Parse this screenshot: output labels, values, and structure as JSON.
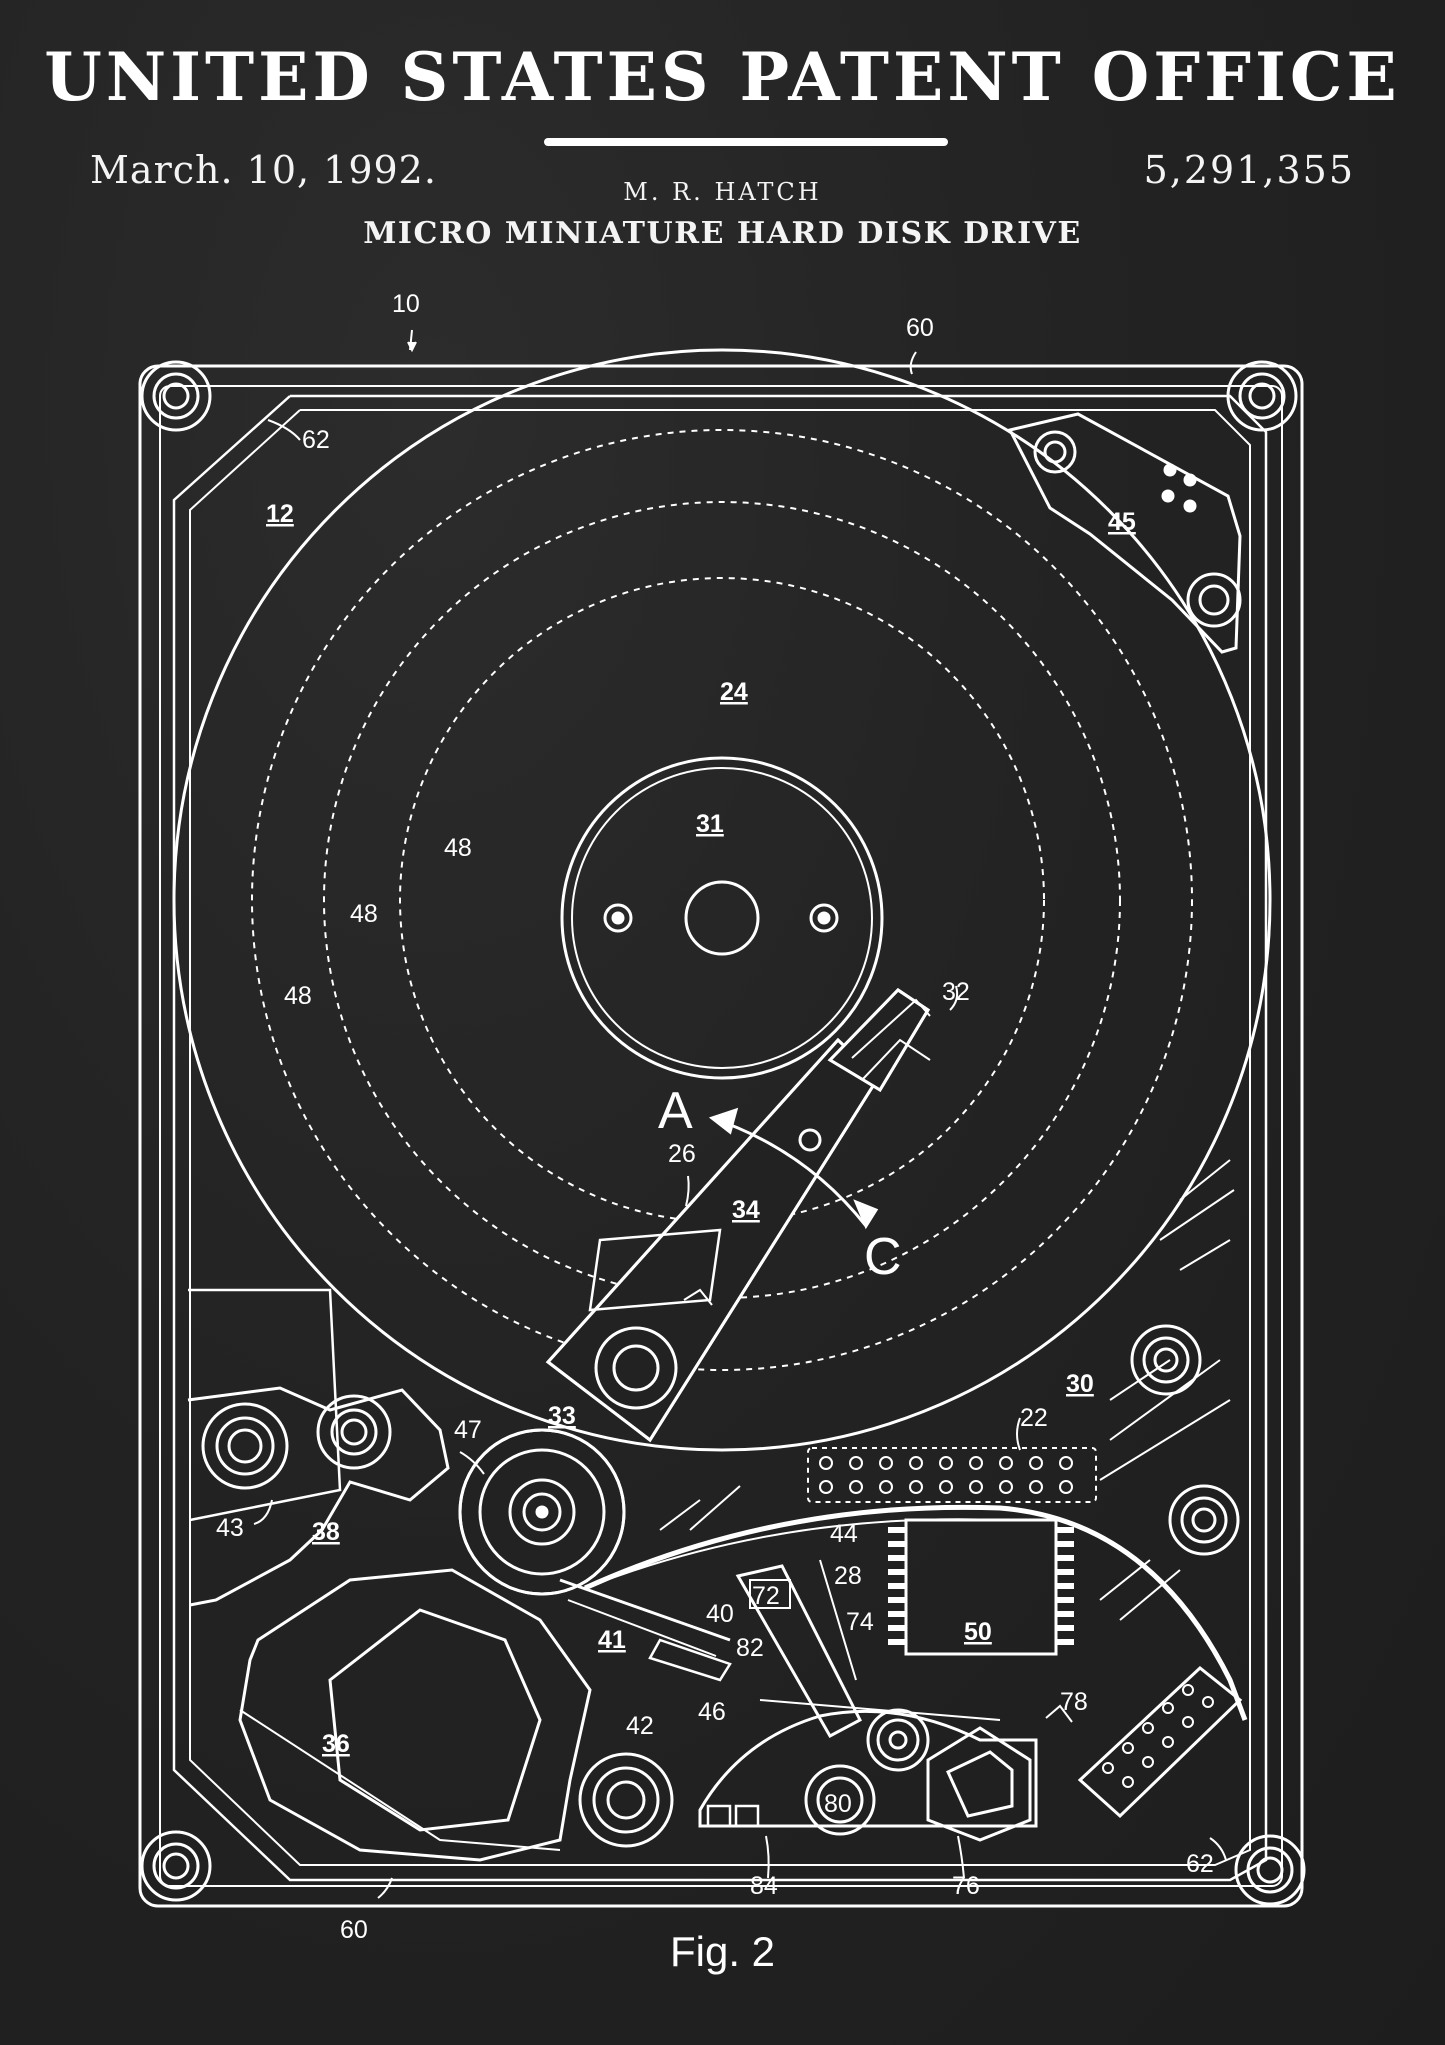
{
  "header": {
    "title": "UNITED STATES PATENT OFFICE",
    "date": "March. 10, 1992.",
    "inventor": "M. R. HATCH",
    "patent_number": "5,291,355",
    "subtitle": "MICRO MINIATURE HARD DISK DRIVE"
  },
  "figure_caption": "Fig. 2",
  "reference_labels": {
    "r10": "10",
    "r60a": "60",
    "r60b": "60",
    "r62a": "62",
    "r62b": "62",
    "r12": "12",
    "r45": "45",
    "r24": "24",
    "r31": "31",
    "r48a": "48",
    "r48b": "48",
    "r48c": "48",
    "r32": "32",
    "rA": "A",
    "rC": "C",
    "r26": "26",
    "r34": "34",
    "r30": "30",
    "r22": "22",
    "r47": "47",
    "r33": "33",
    "r43": "43",
    "r38": "38",
    "r44": "44",
    "r28": "28",
    "r72": "72",
    "r40": "40",
    "r74": "74",
    "r50": "50",
    "r41": "41",
    "r82": "82",
    "r46": "46",
    "r42": "42",
    "r78": "78",
    "r36": "36",
    "r80": "80",
    "r84": "84",
    "r76": "76"
  },
  "colors": {
    "background": "#222222",
    "ink": "#ffffff"
  }
}
